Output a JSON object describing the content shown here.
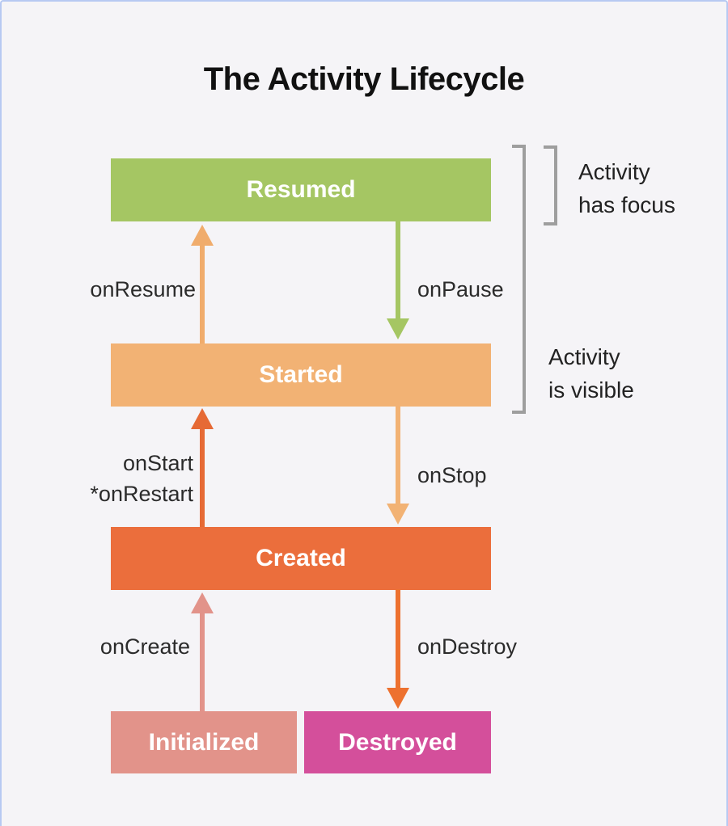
{
  "title": "The Activity Lifecycle",
  "colors": {
    "background": "#f5f4f7",
    "frame_border": "#b7c9f2",
    "bracket": "#9e9e9e",
    "transition_label_text": "#2b2b2b",
    "box_label_text": "#ffffff",
    "title_text": "#111111"
  },
  "states": [
    {
      "label": "Resumed",
      "color": "#a5c663"
    },
    {
      "label": "Started",
      "color": "#f2b274"
    },
    {
      "label": "Created",
      "color": "#eb6e3c"
    },
    {
      "label": "Initialized",
      "color": "#e2938a"
    },
    {
      "label": "Destroyed",
      "color": "#d44f9b"
    }
  ],
  "transitions": [
    {
      "label": "onResume",
      "direction": "up",
      "color": "#f0ac6c"
    },
    {
      "label": "onPause",
      "direction": "down",
      "color": "#a5c663"
    },
    {
      "label": "onStart",
      "label2": "*onRestart",
      "direction": "up",
      "color": "#e66a35"
    },
    {
      "label": "onStop",
      "direction": "down",
      "color": "#f2b274"
    },
    {
      "label": "onCreate",
      "direction": "up",
      "color": "#e2938a"
    },
    {
      "label": "onDestroy",
      "direction": "down",
      "color": "#ed712f"
    }
  ],
  "annotations": [
    {
      "line1": "Activity",
      "line2": "has focus"
    },
    {
      "line1": "Activity",
      "line2": "is visible"
    }
  ]
}
